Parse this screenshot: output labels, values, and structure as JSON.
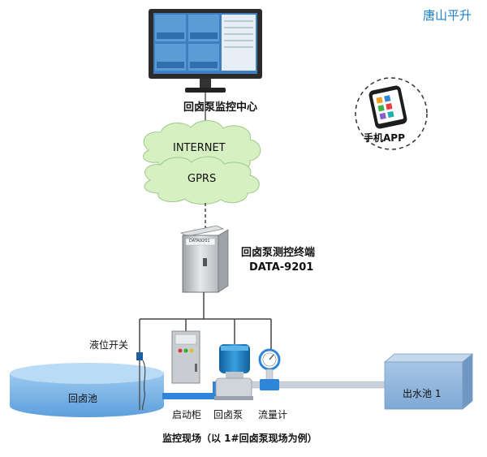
{
  "brand": "唐山平升",
  "center_label": "回卤泵监控中心",
  "app_label": "手机APP",
  "cloud_internet": "INTERNET",
  "cloud_gprs": "GPRS",
  "terminal_label": "回卤泵测控终端",
  "terminal_model": "DATA-9201",
  "terminal_badge": "DATA9201",
  "level_switch_label": "液位开关",
  "pool_label": "回卤池",
  "outlet_label": "出水池 1",
  "start_cabinet_label": "启动柜",
  "pump_label": "回卤泵",
  "flowmeter_label": "流量计",
  "caption": "监控现场（以 1#回卤泵现场为例）",
  "colors": {
    "monitor_frame": "#2b2b2b",
    "screen_blue": "#3d7fc0",
    "cloud_green": "#d6f0c2",
    "pipe_blue": "#2f86d8",
    "pool_blue": "#79b6e8",
    "pump_blue": "#1d7fbf",
    "cabinet_gray": "#c9ccd0",
    "brand_blue": "#1a7fd4"
  },
  "icons": [
    "monitor-icon",
    "phone-icon",
    "cloud-icon",
    "terminal-cabinet-icon",
    "level-switch-icon",
    "start-cabinet-icon",
    "pump-icon",
    "flowmeter-icon",
    "tank-icon"
  ]
}
